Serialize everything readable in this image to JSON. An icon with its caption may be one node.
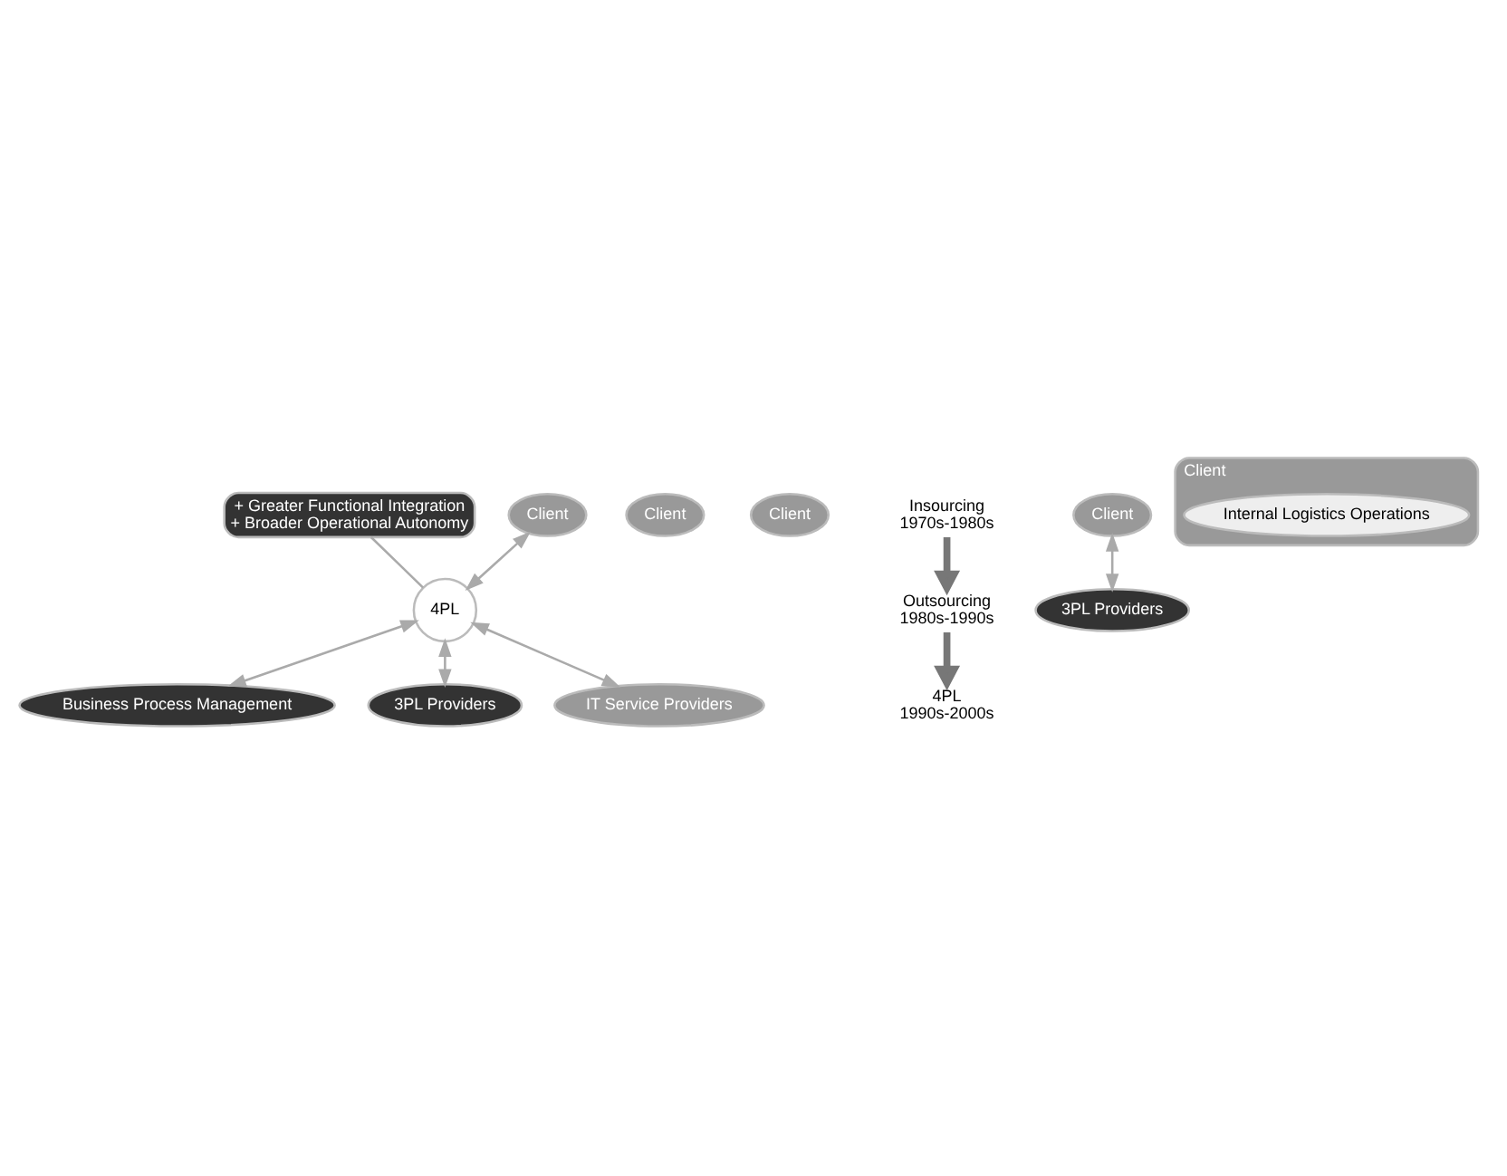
{
  "diagram": {
    "nodes": [
      {
        "text": [
          "+ Greater Functional Integration",
          "+ Broader Operational Autonomy"
        ]
      },
      {
        "text": [
          "Client"
        ]
      },
      {
        "text": [
          "Client"
        ]
      },
      {
        "text": [
          "Client"
        ]
      },
      {
        "text": [
          "Business Process Management"
        ]
      },
      {
        "text": [
          "3PL Providers"
        ]
      },
      {
        "text": [
          "IT Service Providers"
        ]
      },
      {
        "text": [
          "4PL"
        ]
      },
      {
        "text": [
          "4PL",
          "1990s-2000s"
        ]
      },
      {
        "text": [
          "Client"
        ]
      },
      {
        "text": [
          "3PL Providers"
        ]
      },
      {
        "text": [
          "Outsourcing",
          "1980s-1990s"
        ]
      },
      {
        "text": [
          "Client"
        ]
      },
      {
        "text": [
          "Internal Logistics Operations"
        ],
        "in": 12
      },
      {
        "text": [
          "Insourcing",
          "1970s-1980s"
        ]
      }
    ],
    "edges": [
      {
        "from": 0,
        "to": 7,
        "arrow": "none"
      },
      {
        "from": 3,
        "to": 7,
        "arrow": "both"
      },
      {
        "from": 7,
        "to": 4,
        "arrow": "both"
      },
      {
        "from": 7,
        "to": 5,
        "arrow": "both"
      },
      {
        "from": 7,
        "to": 6,
        "arrow": "both"
      },
      {
        "from": 9,
        "to": 10,
        "arrow": "both"
      },
      {
        "from": 14,
        "to": 11,
        "arrow": "to",
        "style": "thick"
      },
      {
        "from": 11,
        "to": 8,
        "arrow": "to",
        "style": "thick"
      }
    ]
  }
}
